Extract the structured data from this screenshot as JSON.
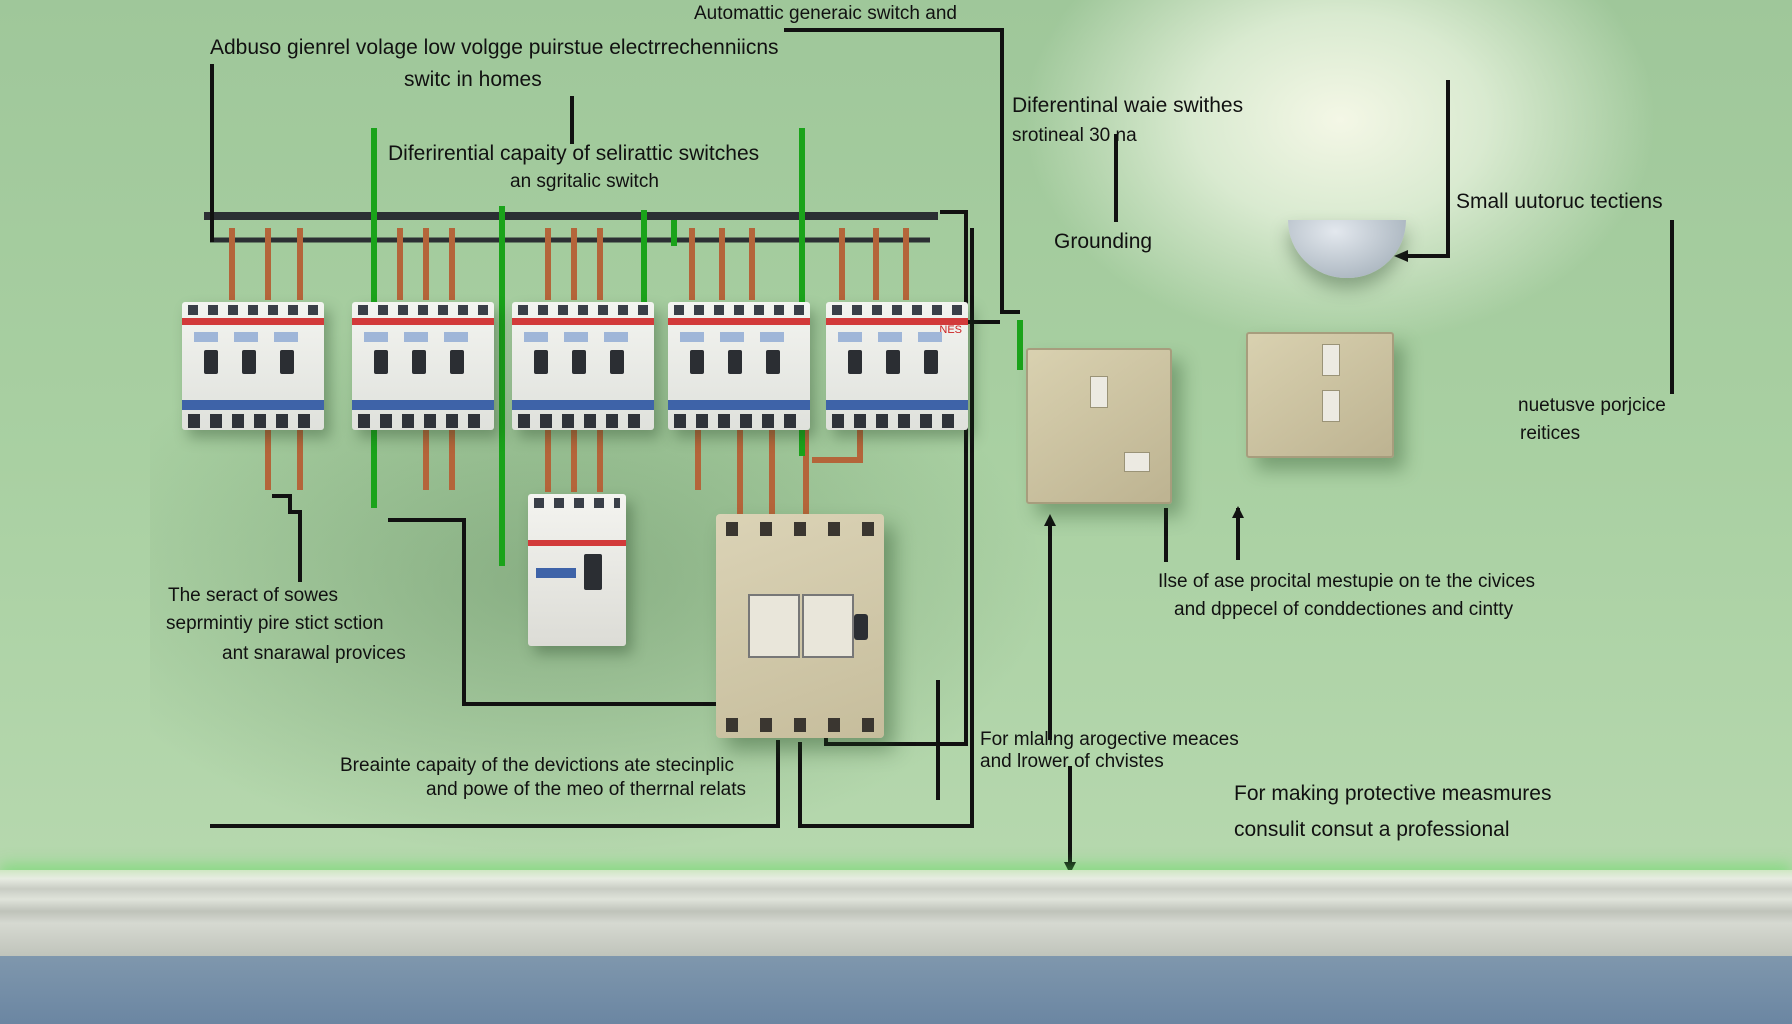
{
  "labels": {
    "top_center": "Automattic generaic switch and",
    "top_left_1": "Adbuso gienrel volage low volgge puirstue electrrechenniicns",
    "top_left_2": "switc in homes",
    "differential_capacity_1": "Diferirential capaity of selirattic switches",
    "differential_capacity_2": "an sgritalic switch",
    "differential_switches_1": "Diferentinal waie swithes",
    "differential_switches_2": "srotineal 30 na",
    "grounding": "Grounding",
    "small_protections": "Small uutoruc tectiens",
    "right_mid_1": "nuetusve porjcice",
    "right_mid_2": "reitices",
    "left_mid_1": "The seract of sowes",
    "left_mid_2": "seprmintiy pire stict sction",
    "left_mid_3": "ant snarawal provices",
    "center_mid_1": "Ilse of ase procital mestupie on te the civices",
    "center_mid_2": "and dppecel of conddectiones and cintty",
    "protective_small_1": "For mlaling arogective meaces",
    "protective_small_2": "and lrower of chvistes",
    "breaking_1": "Breainte capaity of the devictions ate stecinplic",
    "breaking_2": "and powe of the meo of therrnal relats",
    "consult_1": "For making protective measmures",
    "consult_2": "consulit consut a professional"
  },
  "breaker_marking": "NES",
  "colors": {
    "wall": "#a9d0a2",
    "wire_black": "#111111",
    "wire_green": "#1aa31a",
    "copper": "#b4653a",
    "breaker_red": "#d23a3a",
    "breaker_blue": "#3e63a8",
    "plate_beige": "#cfc6a4",
    "floor": "#7690a8"
  }
}
